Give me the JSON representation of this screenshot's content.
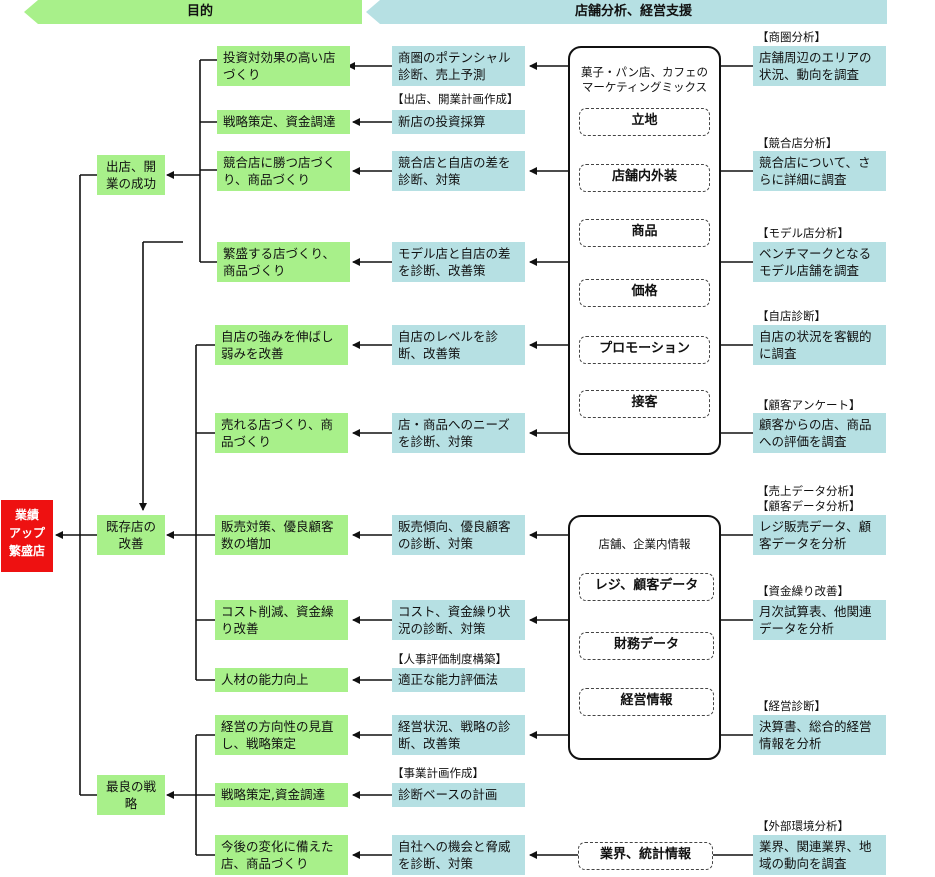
{
  "header": {
    "purpose": "目的",
    "support": "店舗分析、経営支援"
  },
  "result": {
    "lines": [
      "業績",
      "アップ",
      "繁盛店"
    ]
  },
  "goals": [
    {
      "text": "出店、開業の成功"
    },
    {
      "text": "既存店の改善"
    },
    {
      "text": "最良の戦略"
    }
  ],
  "objectives": [
    "投資対効果の高い店づくり",
    "戦略策定、資金調達",
    "競合店に勝つ店づくり、商品づくり",
    "繁盛する店づくり、商品づくり",
    "自店の強みを伸ばし弱みを改善",
    "売れる店づくり、商品づくり",
    "販売対策、優良顧客数の増加",
    "コスト削減、資金繰り改善",
    "人材の能力向上",
    "経営の方向性の見直し、戦略策定",
    "戦略策定,資金調達",
    "今後の変化に備えた店、商品づくり"
  ],
  "diagnoses": [
    "商圏のポテンシャル診断、売上予測",
    "新店の投資採算",
    "競合店と自店の差を診断、対策",
    "モデル店と自店の差を診断、改善策",
    "自店のレベルを診断、改善策",
    "店・商品へのニーズを診断、対策",
    "販売傾向、優良顧客の診断、対策",
    "コスト、資金繰り状況の診断、対策",
    "適正な能力評価法",
    "経営状況、戦略の診断、改善策",
    "診断ベースの計画",
    "自社への機会と脅威を診断、対策"
  ],
  "mid_tags": [
    "【出店、開業計画作成】",
    "【人事評価制度構築】",
    "【事業計画作成】"
  ],
  "marketing_panel": {
    "title_line1": "菓子・パン店、カフェの",
    "title_line2": "マーケティングミックス",
    "items": [
      "立地",
      "店舗内外装",
      "商品",
      "価格",
      "プロモーション",
      "接客"
    ]
  },
  "info_panel": {
    "title": "店舗、企業内情報",
    "items": [
      "レジ、顧客データ",
      "財務データ",
      "経営情報"
    ]
  },
  "industry_box": "業界、統計情報",
  "analyses": [
    {
      "tag": "【商圏分析】",
      "text": "店舗周辺のエリアの状況、動向を調査"
    },
    {
      "tag": "【競合店分析】",
      "text": "競合店について、さらに詳細に調査"
    },
    {
      "tag": "【モデル店分析】",
      "text": "ベンチマークとなるモデル店舗を調査"
    },
    {
      "tag": "【自店診断】",
      "text": "自店の状況を客観的に調査"
    },
    {
      "tag": "【顧客アンケート】",
      "text": "顧客からの店、商品への評価を調査"
    },
    {
      "tag": "【売上データ分析】",
      "tag2": "【顧客データ分析】",
      "text": "レジ販売データ、顧客データを分析"
    },
    {
      "tag": "【資金繰り改善】",
      "text": "月次試算表、他関連データを分析"
    },
    {
      "tag": "【経営診断】",
      "text": "決算書、総合的経営情報を分析"
    },
    {
      "tag": "【外部環境分析】",
      "text": "業界、関連業界、地域の動向を調査"
    }
  ]
}
